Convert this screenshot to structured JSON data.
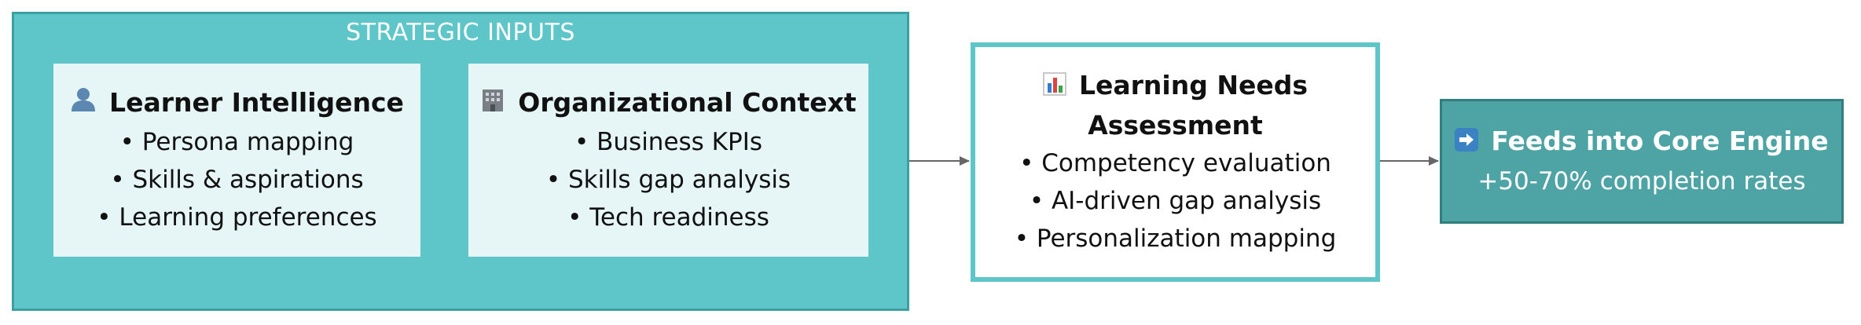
{
  "group": {
    "title": "STRATEGIC INPUTS"
  },
  "learner": {
    "icon": "person-icon",
    "title": "Learner Intelligence",
    "items": [
      "• Persona mapping",
      "• Skills & aspirations",
      "• Learning preferences"
    ]
  },
  "org": {
    "icon": "building-icon",
    "title": "Organizational Context",
    "items": [
      "• Business KPIs",
      "• Skills gap analysis",
      "• Tech readiness"
    ]
  },
  "assessment": {
    "icon": "bar-chart-icon",
    "title_line1": "Learning Needs",
    "title_line2": "Assessment",
    "items": [
      "• Competency evaluation",
      "• AI-driven gap analysis",
      "• Personalization mapping"
    ]
  },
  "feeds": {
    "icon": "right-arrow-icon",
    "title": "Feeds into Core Engine",
    "subtitle": "+50-70% completion rates"
  },
  "colors": {
    "group_fill": "#5ec5c8",
    "card_fill": "#e6f5f5",
    "feeds_fill": "#4ea3a5",
    "connector": "#666666"
  }
}
